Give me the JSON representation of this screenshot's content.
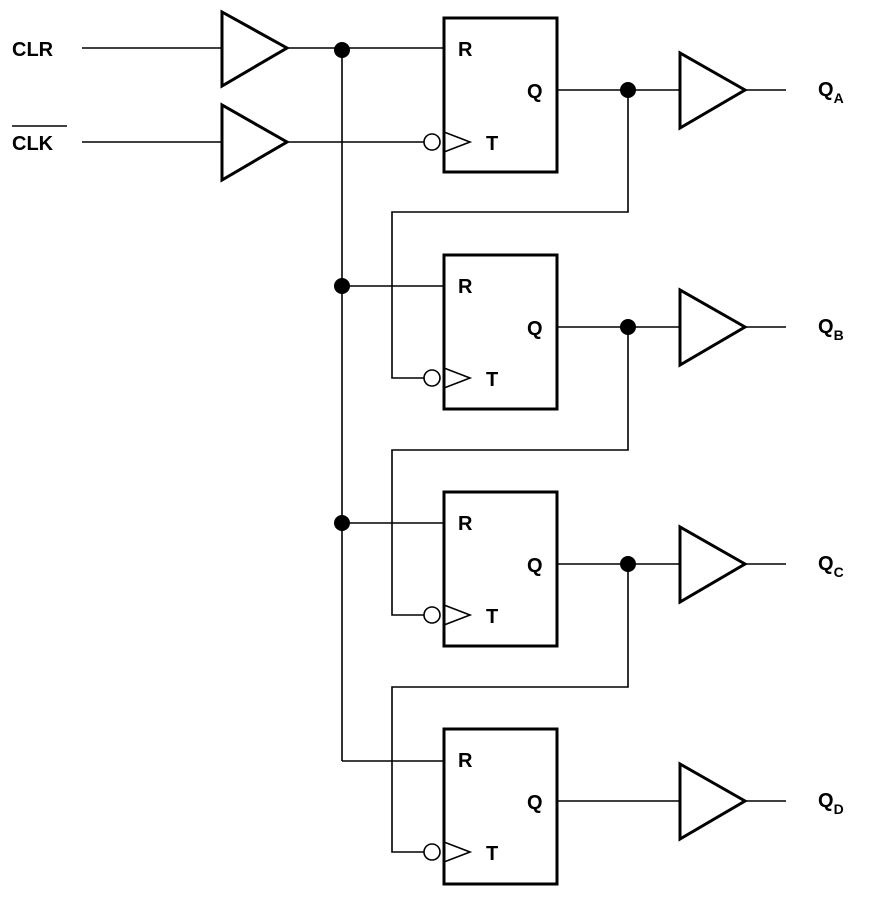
{
  "inputs": {
    "clr": "CLR",
    "clk": "CLK"
  },
  "flip_flop": {
    "reset_pin": "R",
    "output_pin": "Q",
    "toggle_pin": "T"
  },
  "outputs": [
    {
      "base": "Q",
      "sub": "A"
    },
    {
      "base": "Q",
      "sub": "B"
    },
    {
      "base": "Q",
      "sub": "C"
    },
    {
      "base": "Q",
      "sub": "D"
    }
  ]
}
